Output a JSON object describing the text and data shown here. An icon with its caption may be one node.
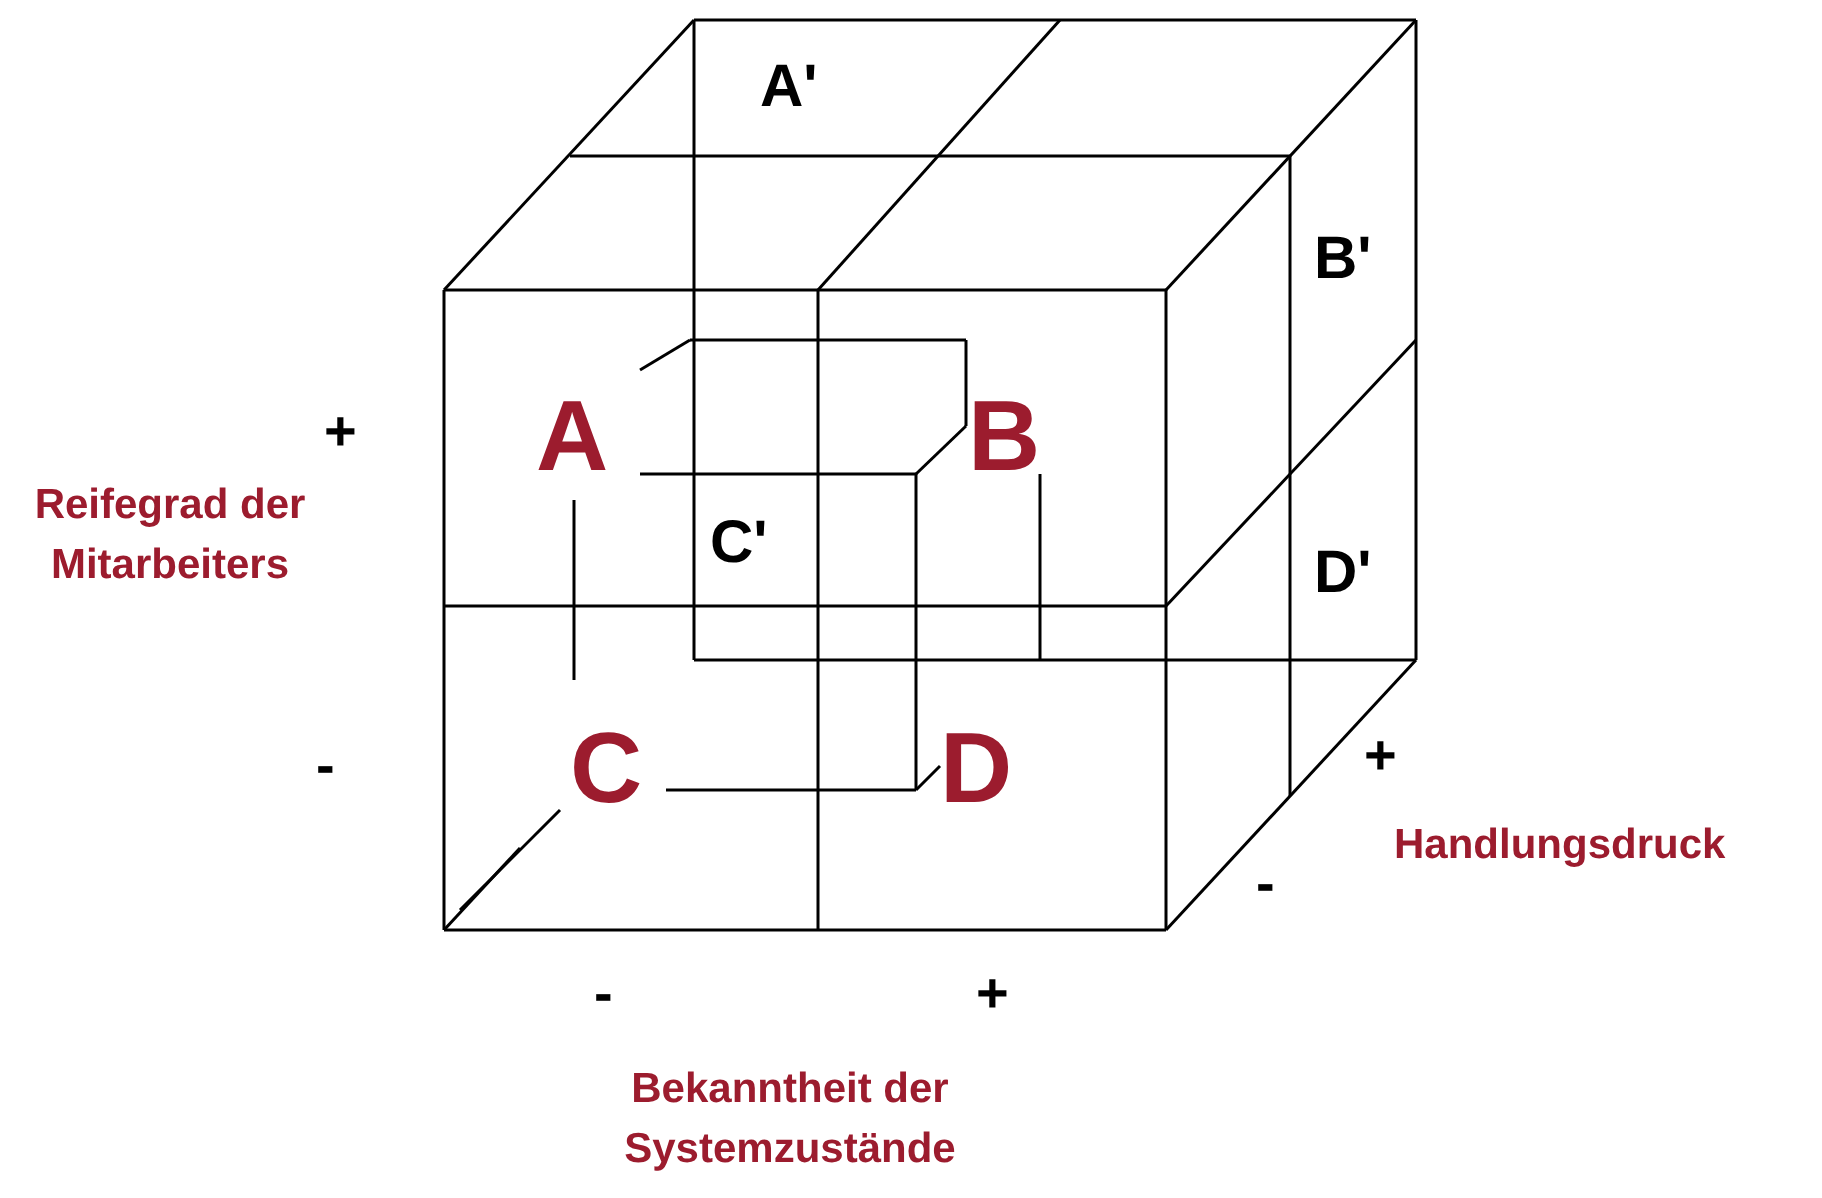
{
  "diagram": {
    "labels": [
      "A'",
      "B'",
      "A",
      "B",
      "+",
      "Reifegrad der Mitarbeiters",
      "C'",
      "D'",
      "-",
      "C",
      "D",
      "+",
      "Handlungsdruck",
      "-",
      "-",
      "+",
      "Bekanntheit der Systemzustände"
    ]
  }
}
